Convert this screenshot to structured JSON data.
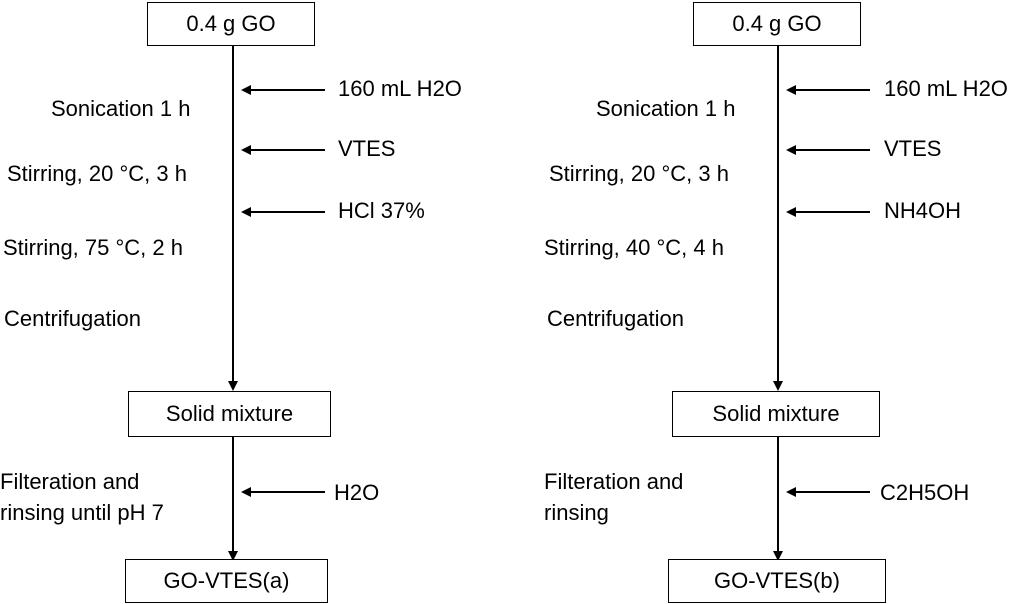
{
  "left": {
    "start": "0.4 g GO",
    "steps": [
      "Sonication 1 h",
      "Stirring, 20 °C, 3 h",
      "Stirring, 75 °C, 2 h",
      "Centrifugation"
    ],
    "reagents": [
      "160 mL H2O",
      "VTES",
      "HCl 37%",
      "H2O"
    ],
    "intermediate": "Solid mixture",
    "filter_line1": "Filteration and",
    "filter_line2": "rinsing until pH 7",
    "product": "GO-VTES(a)"
  },
  "right": {
    "start": "0.4 g GO",
    "steps": [
      "Sonication 1 h",
      "Stirring, 20 °C, 3 h",
      "Stirring, 40 °C, 4 h",
      "Centrifugation"
    ],
    "reagents": [
      "160 mL H2O",
      "VTES",
      "NH4OH",
      "C2H5OH"
    ],
    "intermediate": "Solid mixture",
    "filter_line1": "Filteration and",
    "filter_line2": "rinsing",
    "product": "GO-VTES(b)"
  }
}
